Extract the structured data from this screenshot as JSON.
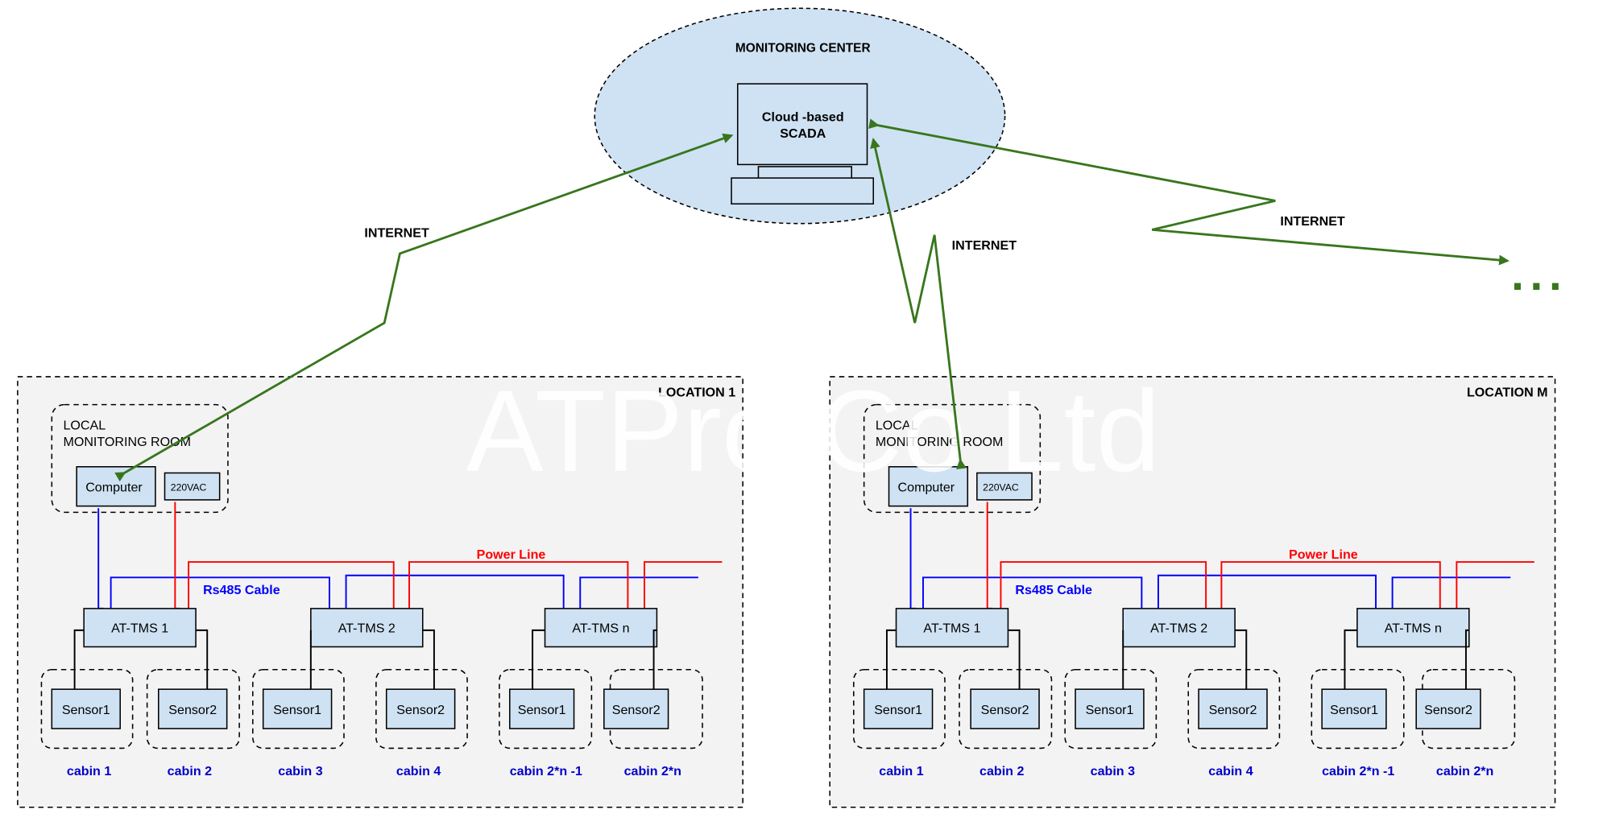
{
  "monitoring_center": {
    "title": "MONITORING CENTER",
    "scada_line1": "Cloud -based",
    "scada_line2": "SCADA"
  },
  "internet_labels": [
    "INTERNET",
    "INTERNET",
    "INTERNET"
  ],
  "ellipsis_label": "...",
  "watermark": "ATPro Co Ltd",
  "locations": [
    {
      "title": "LOCATION 1",
      "room_line1": "LOCAL",
      "room_line2": "MONITORING ROOM",
      "computer": "Computer",
      "power_source": "220VAC",
      "power_line": "Power Line",
      "rs485": "Rs485 Cable",
      "tms": [
        "AT-TMS 1",
        "AT-TMS 2",
        "AT-TMS n"
      ],
      "sensors": [
        "Sensor1",
        "Sensor2",
        "Sensor1",
        "Sensor2",
        "Sensor1",
        "Sensor2"
      ],
      "cabins": [
        "cabin 1",
        "cabin 2",
        "cabin 3",
        "cabin 4",
        "cabin 2*n -1",
        "cabin 2*n"
      ]
    },
    {
      "title": "LOCATION M",
      "room_line1": "LOCAL",
      "room_line2": "MONITORING ROOM",
      "computer": "Computer",
      "power_source": "220VAC",
      "power_line": "Power Line",
      "rs485": "Rs485 Cable",
      "tms": [
        "AT-TMS 1",
        "AT-TMS 2",
        "AT-TMS n"
      ],
      "sensors": [
        "Sensor1",
        "Sensor2",
        "Sensor1",
        "Sensor2",
        "Sensor1",
        "Sensor2"
      ],
      "cabins": [
        "cabin 1",
        "cabin 2",
        "cabin 3",
        "cabin 4",
        "cabin 2*n -1",
        "cabin 2*n"
      ]
    }
  ],
  "colors": {
    "node_fill": "#cfe2f3",
    "cloud_fill": "#cfe2f3",
    "location_fill": "#f3f3f3",
    "internet_link": "#38761d",
    "power_line": "#ff0000",
    "rs485_cable": "#0000ff",
    "cabin_label": "#0000cc"
  }
}
